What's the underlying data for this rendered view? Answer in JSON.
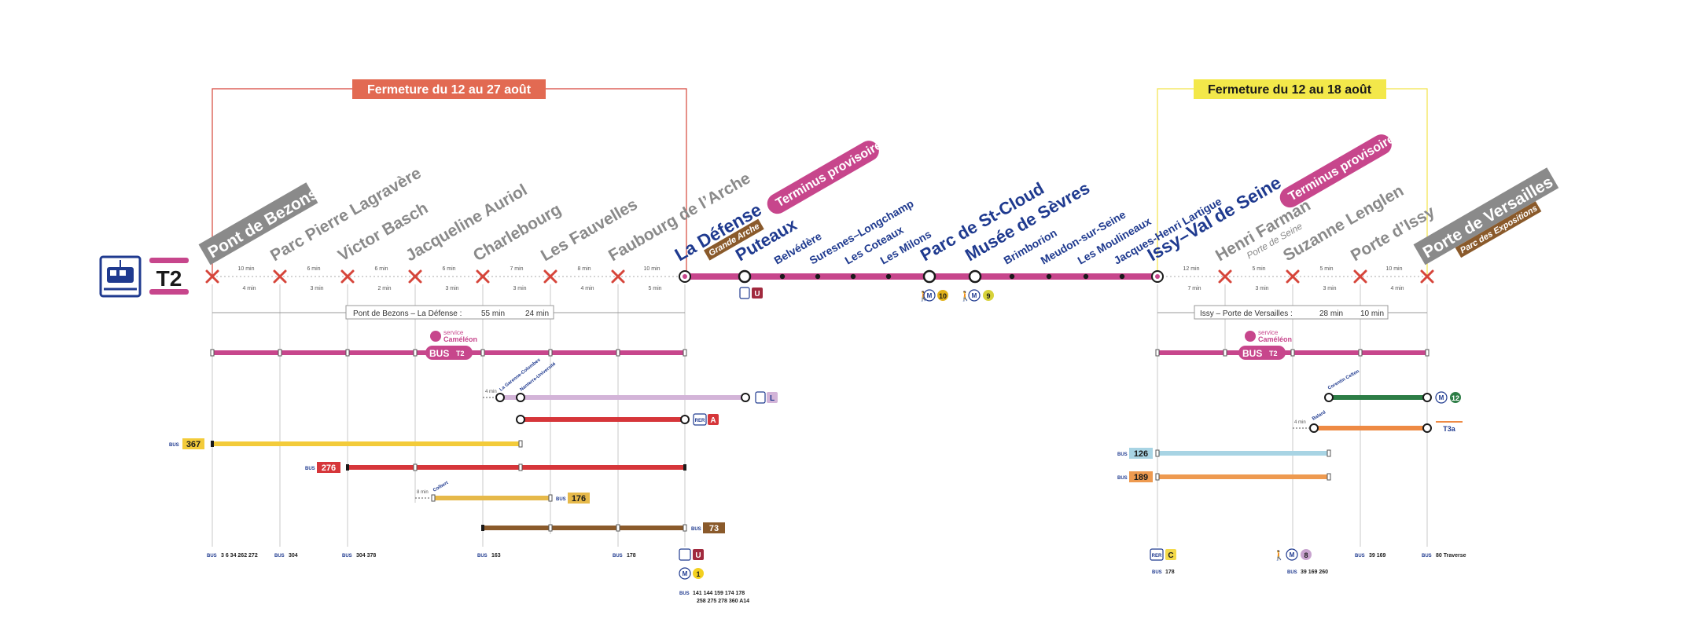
{
  "line": {
    "name": "T2",
    "color": "#c7468c",
    "closed_color": "#d6453a",
    "text_color": "#1f3a8f"
  },
  "closures": {
    "left": {
      "label": "Fermeture du 12 au 27 août",
      "color": "#e26a52",
      "line_color": "#d6453a"
    },
    "right": {
      "label": "Fermeture du 12 au 18 août",
      "color": "#f3e84a",
      "line_color": "#f2e34a"
    }
  },
  "terminus_labels": {
    "defense": "Terminus provisoire",
    "issy": "Terminus provisoire"
  },
  "stations": [
    {
      "id": "pont-de-bezons",
      "name": "Pont de Bezons",
      "closed": true,
      "terminal": true
    },
    {
      "id": "parc-pierre-lagravere",
      "name": "Parc Pierre Lagravère",
      "closed": true
    },
    {
      "id": "victor-basch",
      "name": "Victor Basch",
      "closed": true
    },
    {
      "id": "jacqueline-auriol",
      "name": "Jacqueline Auriol",
      "closed": true
    },
    {
      "id": "charlebourg",
      "name": "Charlebourg",
      "closed": true
    },
    {
      "id": "les-fauvelles",
      "name": "Les Fauvelles",
      "closed": true
    },
    {
      "id": "faubourg-de-larche",
      "name": "Faubourg de l’Arche",
      "closed": true
    },
    {
      "id": "la-defense",
      "name": "La Défense",
      "subtitle": "Grande Arche",
      "closed": false,
      "big": true
    },
    {
      "id": "puteaux",
      "name": "Puteaux",
      "closed": false,
      "big": true
    },
    {
      "id": "belvedere",
      "name": "Belvédère",
      "closed": false
    },
    {
      "id": "suresnes-longchamp",
      "name": "Suresnes–Longchamp",
      "closed": false
    },
    {
      "id": "les-coteaux",
      "name": "Les Coteaux",
      "closed": false
    },
    {
      "id": "les-milons",
      "name": "Les Milons",
      "closed": false
    },
    {
      "id": "parc-de-st-cloud",
      "name": "Parc de St-Cloud",
      "closed": false,
      "big": true
    },
    {
      "id": "musee-de-sevres",
      "name": "Musée de Sèvres",
      "closed": false,
      "big": true
    },
    {
      "id": "brimborion",
      "name": "Brimborion",
      "closed": false
    },
    {
      "id": "meudon-sur-seine",
      "name": "Meudon-sur-Seine",
      "closed": false
    },
    {
      "id": "les-moulineaux",
      "name": "Les Moulineaux",
      "closed": false
    },
    {
      "id": "jacques-henri-lartigue",
      "name": "Jacques-Henri Lartigue",
      "closed": false
    },
    {
      "id": "issy-val-de-seine",
      "name": "Issy–Val de Seine",
      "closed": false,
      "big": true
    },
    {
      "id": "henri-farman",
      "name": "Henri Farman",
      "subtitle": "Porte de Seine",
      "closed": true
    },
    {
      "id": "suzanne-lenglen",
      "name": "Suzanne Lenglen",
      "closed": true
    },
    {
      "id": "porte-dissy",
      "name": "Porte d’Issy",
      "closed": true
    },
    {
      "id": "porte-de-versailles",
      "name": "Porte de Versailles",
      "subtitle": "Parc des Expositions",
      "closed": true,
      "terminal": true
    }
  ],
  "walk_times_top": [
    "10 min",
    "6 min",
    "6 min",
    "6 min",
    "7 min",
    "8 min",
    "10 min"
  ],
  "bike_times_bottom": [
    "4 min",
    "3 min",
    "2 min",
    "3 min",
    "3 min",
    "4 min",
    "5 min"
  ],
  "walk_times_top_right": [
    "12 min",
    "5 min",
    "5 min",
    "10 min"
  ],
  "bike_times_bottom_right": [
    "7 min",
    "3 min",
    "3 min",
    "4 min"
  ],
  "summary_left": {
    "label": "Pont de Bezons – La Défense :",
    "walk": "55 min",
    "bike": "24 min"
  },
  "summary_right": {
    "label": "Issy – Porte de Versailles :",
    "walk": "28 min",
    "bike": "10 min"
  },
  "service": {
    "line1": "service",
    "line2": "Caméléon",
    "bus": "BUS",
    "tag": "T2"
  },
  "connections": {
    "puteaux": "U",
    "parc_st_cloud_metro": "10",
    "musee_sevres_metro": "9",
    "tram_l": "L",
    "rer_a": "A",
    "bus_73": "73",
    "bus_176": "176",
    "bus_367": "367",
    "bus_276": "276",
    "bus_126": "126",
    "bus_189": "189",
    "metro_12": "12",
    "tram_t3a": "T3a",
    "rer_c": "C",
    "metro_8": "8",
    "defense_u": "U",
    "defense_metro": "1"
  },
  "small_labels": {
    "garenne": "La Garenne-Colombes",
    "nanterre": "Nanterre-Université",
    "colbert": "Colbert",
    "walk_4min": "4 min",
    "walk_8min": "8 min",
    "walk_4min_right": "4 min",
    "corentin": "Corentin Celton",
    "balard": "Balard"
  },
  "bus_word": "BUS",
  "rer_word": "RER",
  "bottom_buses": {
    "bezons": "3   6   34   262   272",
    "lagravere": "304",
    "victor_basch": "304  378",
    "charlebourg": "163",
    "faubourg": "178",
    "defense_1": "141   144   159   174   178",
    "defense_2": "258   275   278   360   A14",
    "issy": "178",
    "lenglen": "39  169  260",
    "porte_issy": "39   169",
    "versailles": "80   Traverse"
  },
  "colors": {
    "t2": "#c7468c",
    "tram_l": "#d3b4d8",
    "rer_a": "#d6363a",
    "bus_367": "#f3cb3a",
    "bus_276": "#d6363a",
    "bus_176": "#e6b94a",
    "bus_73": "#8a5a2b",
    "metro_12": "#2d7d46",
    "tram_t3a": "#ee8a44",
    "bus_126": "#a8d4e4",
    "bus_189": "#ee9a50",
    "grey": "#8a8a8a",
    "navy": "#1f3a8f",
    "metro_10": "#e3b21a",
    "metro_9": "#d7d23a",
    "metro_8": "#c8a3cf",
    "rer_c": "#f3d94a",
    "metro_1": "#f3d020",
    "u_line": "#a12a3e",
    "brown": "#8a5a2b"
  }
}
